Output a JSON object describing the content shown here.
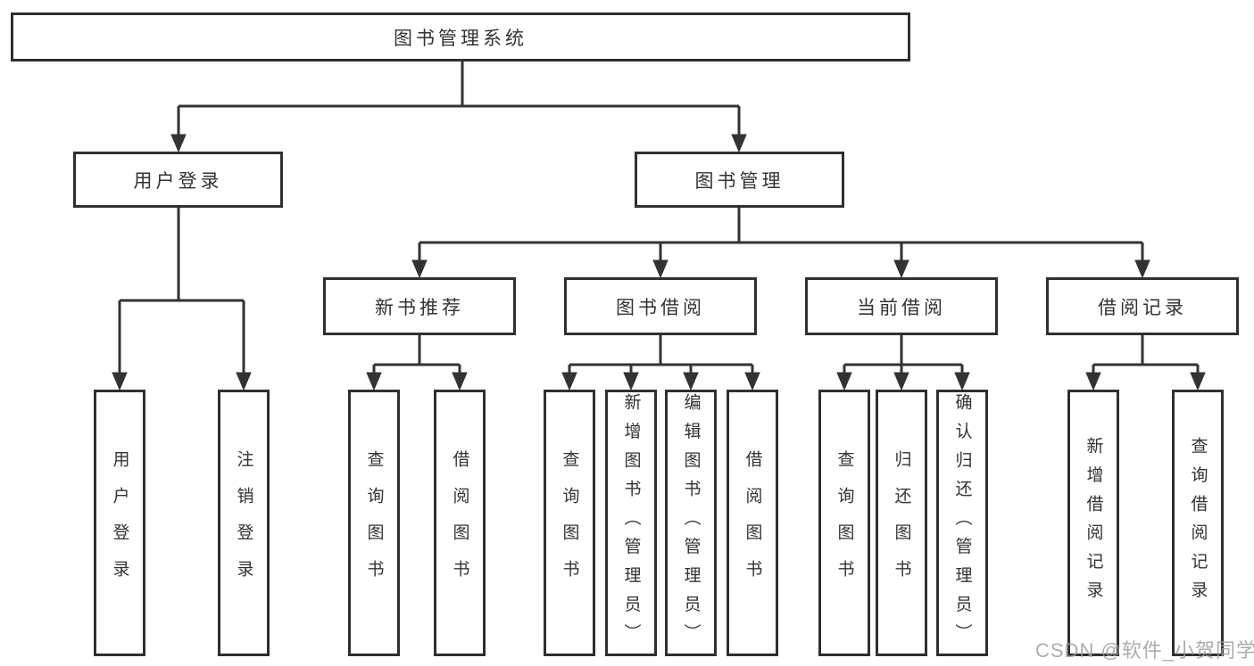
{
  "diagram": {
    "type": "hierarchy-tree",
    "tree": {
      "label": "图书管理系统",
      "children": [
        {
          "label": "用户登录",
          "children": [
            {
              "label": "用户登录"
            },
            {
              "label": "注销登录"
            }
          ]
        },
        {
          "label": "图书管理",
          "children": [
            {
              "label": "新书推荐",
              "children": [
                {
                  "label": "查询图书"
                },
                {
                  "label": "借阅图书"
                }
              ]
            },
            {
              "label": "图书借阅",
              "children": [
                {
                  "label": "查询图书"
                },
                {
                  "label": "新增图书（管理员）"
                },
                {
                  "label": "编辑图书（管理员）"
                },
                {
                  "label": "借阅图书"
                }
              ]
            },
            {
              "label": "当前借阅",
              "children": [
                {
                  "label": "查询图书"
                },
                {
                  "label": "归还图书"
                },
                {
                  "label": "确认归还（管理员）"
                }
              ]
            },
            {
              "label": "借阅记录",
              "children": [
                {
                  "label": "新增借阅记录"
                },
                {
                  "label": "查询借阅记录"
                }
              ]
            }
          ]
        }
      ]
    },
    "colors": {
      "background": "#ffffff",
      "box_border": "#2f2f2f",
      "line": "#333333",
      "text": "#333333",
      "watermark": "#9e9e9e"
    }
  },
  "watermark": "CSDN @软件_小贺同学"
}
